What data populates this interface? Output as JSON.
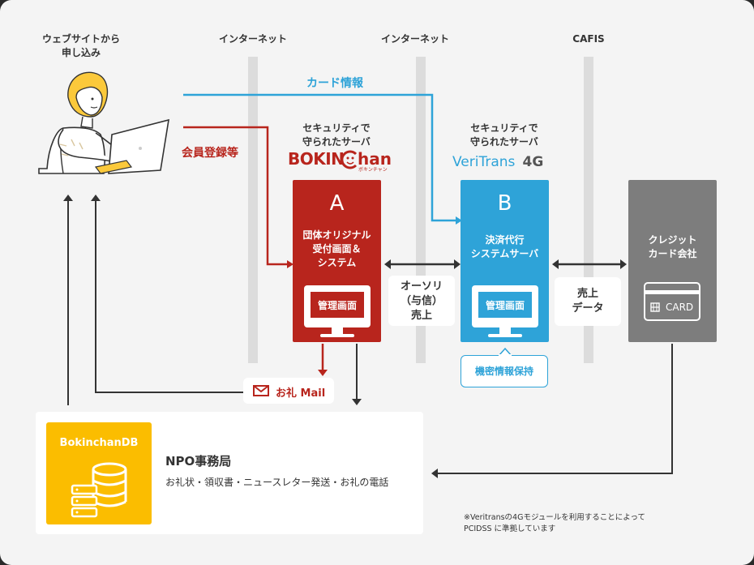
{
  "columns": {
    "web": "ウェブサイトから\n申し込み",
    "internet1": "インターネット",
    "internet2": "インターネット",
    "cafis": "CAFIS"
  },
  "flows": {
    "card_info": "カード情報",
    "member_reg": "会員登録等"
  },
  "bokinchan": {
    "security": "セキュリティで\n守られたサーバ",
    "logo_main": "BOKIN",
    "logo_chan": "han",
    "logo_sub": "ボキンチャン",
    "letter": "A",
    "title": "団体オリジナル\n受付画面＆\nシステム",
    "admin": "管理画面"
  },
  "veritrans": {
    "security": "セキュリティで\n守られたサーバ",
    "logo": "VeriTrans",
    "logo_4g": "4G",
    "letter": "B",
    "title": "決済代行\nシステムサーバ",
    "admin": "管理画面",
    "secret_badge": "機密情報保持"
  },
  "auth_box": "オーソリ\n（与信）\n売上",
  "sales_box": "売上\nデータ",
  "credit": {
    "title": "クレジット\nカード会社",
    "card_label": "CARD"
  },
  "thanks_mail": "お礼 Mail",
  "npo": {
    "db_label": "BokinchanDB",
    "title": "NPO事務局",
    "desc": "お礼状・領収書・ニュースレター発送・お礼の電話"
  },
  "footnote": "※Veritransの4Gモジュールを利用することによって\nPCIDSS に準拠しています",
  "colors": {
    "red": "#b8251d",
    "blue": "#2ea3d8",
    "gray": "#7d7d7d",
    "yellow": "#fbbd00"
  }
}
